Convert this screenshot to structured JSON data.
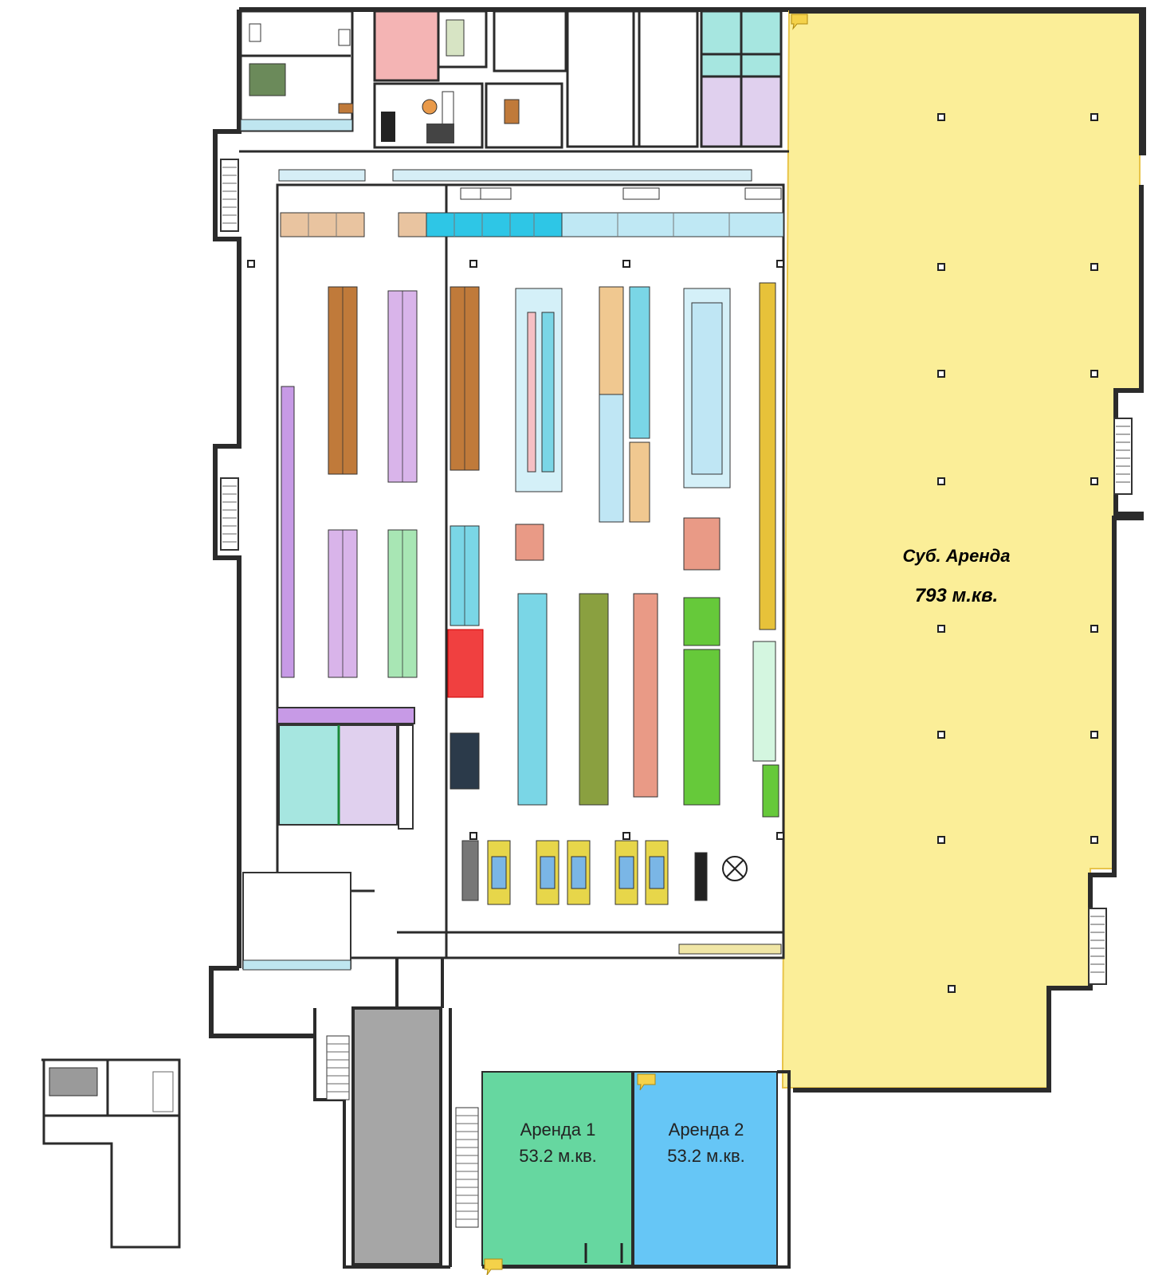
{
  "plan": {
    "sub_rent": {
      "title": "Суб. Аренда",
      "area": "793 м.кв."
    },
    "rent_1": {
      "title": "Аренда 1",
      "area": "53.2 м.кв."
    },
    "rent_2": {
      "title": "Аренда 2",
      "area": "53.2 м.кв."
    },
    "colors": {
      "sub_rent": "#fbee98",
      "rent_1": "#66d7a0",
      "rent_2": "#66c6f6",
      "corridor_gray": "#a6a6a6",
      "wall": "#2b2b2b",
      "fridge_cyan": "#2ec6e6",
      "orange_rack": "#c07a3a",
      "purple_rack": "#c79ae6",
      "blue_rack": "#7ad6e6",
      "green_rack": "#66c93a",
      "salmon_rack": "#e99a86",
      "teal_room": "#a6e6e0",
      "lavender_room": "#e0d0ee",
      "pink_room": "#f4b4b4",
      "olive_rack": "#8aa040",
      "yellow_rack": "#e7c23a"
    }
  }
}
